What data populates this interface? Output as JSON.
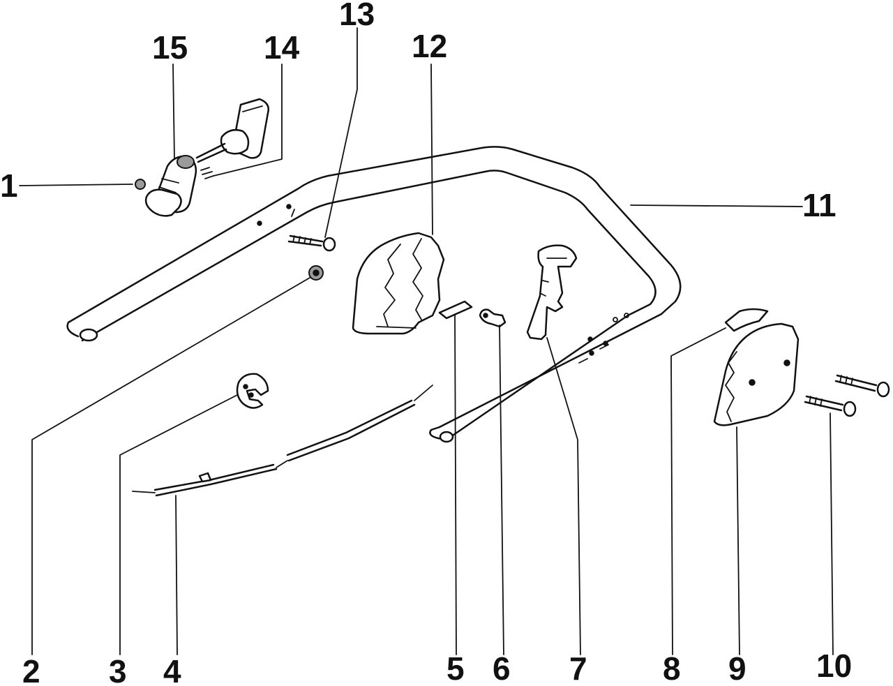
{
  "labels": {
    "n1": "1",
    "n2": "2",
    "n3": "3",
    "n4": "4",
    "n5": "5",
    "n6": "6",
    "n7": "7",
    "n8": "8",
    "n9": "9",
    "n10": "10",
    "n11": "11",
    "n12": "12",
    "n13": "13",
    "n14": "14",
    "n15": "15"
  },
  "colors": {
    "ink": "#111111",
    "background": "#ffffff",
    "shade": "#9a9a9a"
  }
}
